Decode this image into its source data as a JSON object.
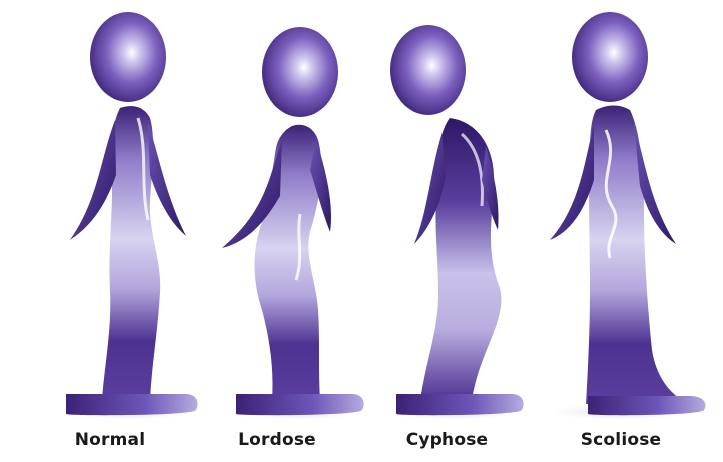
{
  "figures": [
    {
      "label": "Normal"
    },
    {
      "label": "Lordose"
    },
    {
      "label": "Cyphose"
    },
    {
      "label": "Scoliose"
    }
  ],
  "colors": {
    "primary": "#5a3f9e",
    "dark": "#3b2277",
    "light": "#d4d0ee",
    "background": "#ffffff",
    "caption": "#1a1a1a"
  }
}
